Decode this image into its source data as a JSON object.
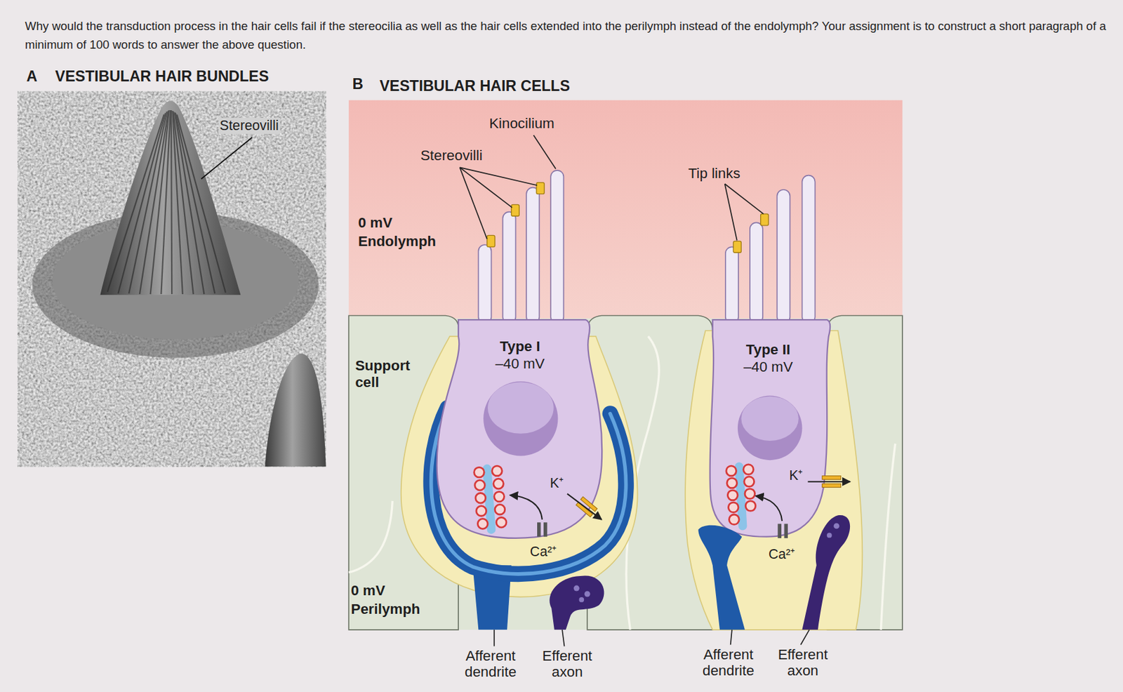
{
  "diagram": {
    "title": "Why would the transduction process in the hair cells fail if the stereocilia as well as the hair cells extended into the perilymph instead of the endolymph? Your assignment is to construct a short paragraph of a minimum of 100 words to answer the above question.",
    "nodes": [
      {
        "text": [
          "0 mV",
          "Endolymph"
        ]
      },
      {
        "text": [
          "Type I",
          "–40 mV"
        ]
      },
      {
        "text": [
          "Type II",
          "–40 mV"
        ]
      }
    ],
    "labels": [
      "A",
      "VESTIBULAR HAIR BUNDLES",
      "Stereovilli",
      "B",
      "VESTIBULAR HAIR CELLS",
      "Kinocilium",
      "Stereovilli",
      "Tip links",
      "Support cell",
      "K⁺",
      "Ca²⁺",
      "K⁺",
      "Ca²⁺",
      "0 mV",
      "Perilymph",
      "Afferent dendrite",
      "Efferent axon",
      "Afferent dendrite",
      "Efferent axon"
    ]
  }
}
